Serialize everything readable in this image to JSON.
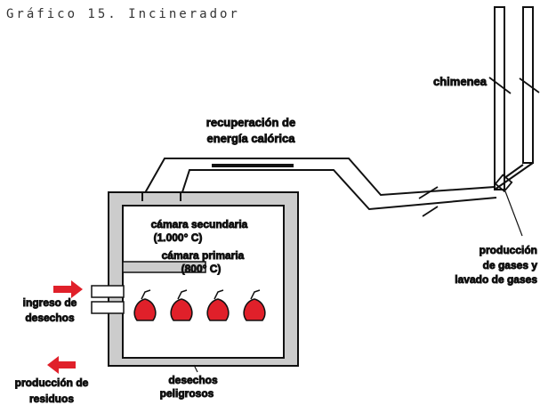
{
  "title": "Gráfico 15. Incinerador",
  "labels": {
    "chimney": "chimenea",
    "energy_1": "recuperación de",
    "energy_2": "energía calórica",
    "secondary_1": "cámara secundaria",
    "secondary_2": "(1.000° C)",
    "primary_1": "cámara primaria",
    "primary_2": "(800° C)",
    "air_in_1": "ingreso de",
    "air_in_2": "desechos",
    "ash_out_1": "producción de",
    "ash_out_2": "residuos",
    "waste_1": "desechos",
    "waste_2": "peligrosos",
    "gas_1": "producción",
    "gas_2": "de gases y",
    "gas_3": "lavado de gases"
  },
  "colors": {
    "line": "#111111",
    "wall_fill": "#cccccc",
    "interior": "#ffffff",
    "waste_red": "#e0202a",
    "arrow_red": "#e0202a"
  },
  "icons": {
    "waste_bag": "waste-bag-icon",
    "arrow_in": "arrow-right-icon",
    "arrow_out": "arrow-left-icon",
    "damper": "damper-icon"
  }
}
